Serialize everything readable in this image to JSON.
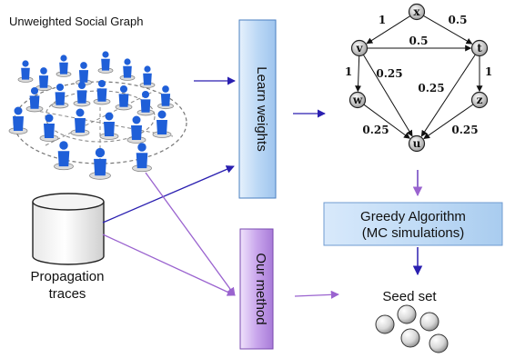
{
  "title": "Unweighted Social Graph",
  "propagation": {
    "line1": "Propagation",
    "line2": "traces"
  },
  "learn_box": "Learn weights",
  "our_method_box": "Our method",
  "greedy": {
    "line1": "Greedy Algorithm",
    "line2": "(MC simulations)"
  },
  "seed_set": "Seed set",
  "graph": {
    "nodes": [
      "x",
      "v",
      "t",
      "w",
      "z",
      "u"
    ],
    "edges": [
      {
        "from": "x",
        "to": "v",
        "weight": "1"
      },
      {
        "from": "x",
        "to": "t",
        "weight": "0.5"
      },
      {
        "from": "v",
        "to": "t",
        "weight": "0.5"
      },
      {
        "from": "v",
        "to": "w",
        "weight": "1"
      },
      {
        "from": "t",
        "to": "z",
        "weight": "1"
      },
      {
        "from": "v",
        "to": "u",
        "weight": "0.25"
      },
      {
        "from": "t",
        "to": "u",
        "weight": "0.25"
      },
      {
        "from": "w",
        "to": "u",
        "weight": "0.25"
      },
      {
        "from": "z",
        "to": "u",
        "weight": "0.25"
      }
    ]
  },
  "colors": {
    "blue_arrow": "#2a1fb0",
    "purple_arrow": "#9a63cf",
    "learn_box_fill": "#bcd8f5",
    "method_box_fill": "#c9a6ec",
    "people": "#1f5fd8"
  }
}
